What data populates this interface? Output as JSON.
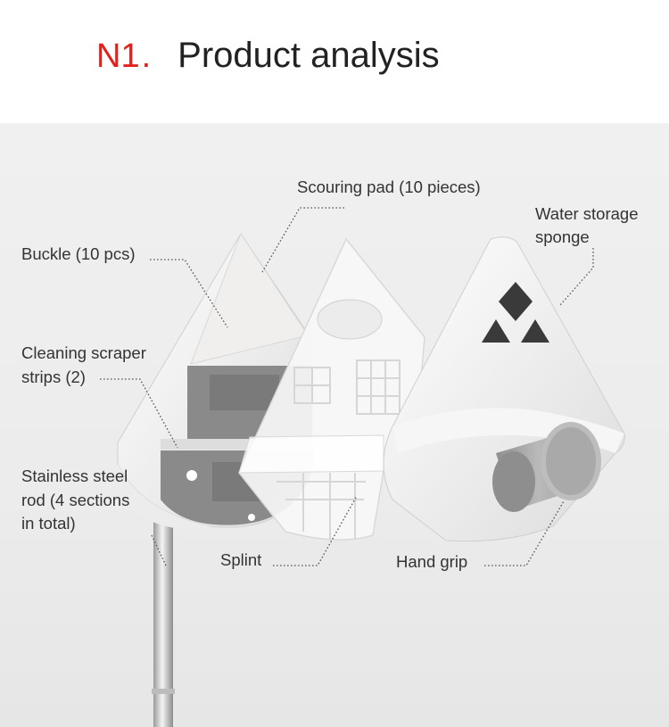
{
  "header": {
    "number": "N1",
    "separator": ".",
    "title": "Product analysis"
  },
  "labels": {
    "scouring_pad": "Scouring pad (10 pieces)",
    "water_storage_line1": "Water storage",
    "water_storage_line2": "sponge",
    "buckle": "Buckle (10 pcs)",
    "scraper_line1": "Cleaning scraper",
    "scraper_line2": "strips (2)",
    "rod_line1": "Stainless steel",
    "rod_line2": "rod (4 sections",
    "rod_line3": "in total)",
    "splint": "Splint",
    "hand_grip": "Hand grip"
  },
  "colors": {
    "accent": "#e3201b",
    "title_text": "#222222",
    "label_text": "#333333",
    "background": "#ececec"
  }
}
